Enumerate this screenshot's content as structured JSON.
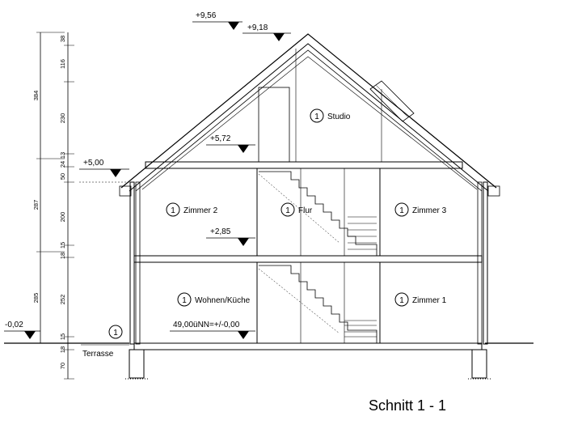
{
  "title": "Schnitt  1 - 1",
  "rooms": [
    {
      "no": "1",
      "name": "Studio"
    },
    {
      "no": "1",
      "name": "Zimmer 2"
    },
    {
      "no": "1",
      "name": "Flur"
    },
    {
      "no": "1",
      "name": "Zimmer 3"
    },
    {
      "no": "1",
      "name": "Wohnen/Küche"
    },
    {
      "no": "1",
      "name": "Zimmer 1"
    },
    {
      "no": "1",
      "name": ""
    }
  ],
  "levels": [
    "+9,56",
    "+9,18",
    "+5,72",
    "+5,00",
    "+2,85",
    "49,00üNN=+/-0,00",
    "-0,02"
  ],
  "terrace_label": "Terrasse",
  "dims_outer": [
    "384",
    "287",
    "285"
  ],
  "dims_inner": [
    "38",
    "116",
    "230",
    "13",
    "24",
    "50",
    "200",
    "15",
    "18",
    "252",
    "15",
    "18",
    "70"
  ]
}
